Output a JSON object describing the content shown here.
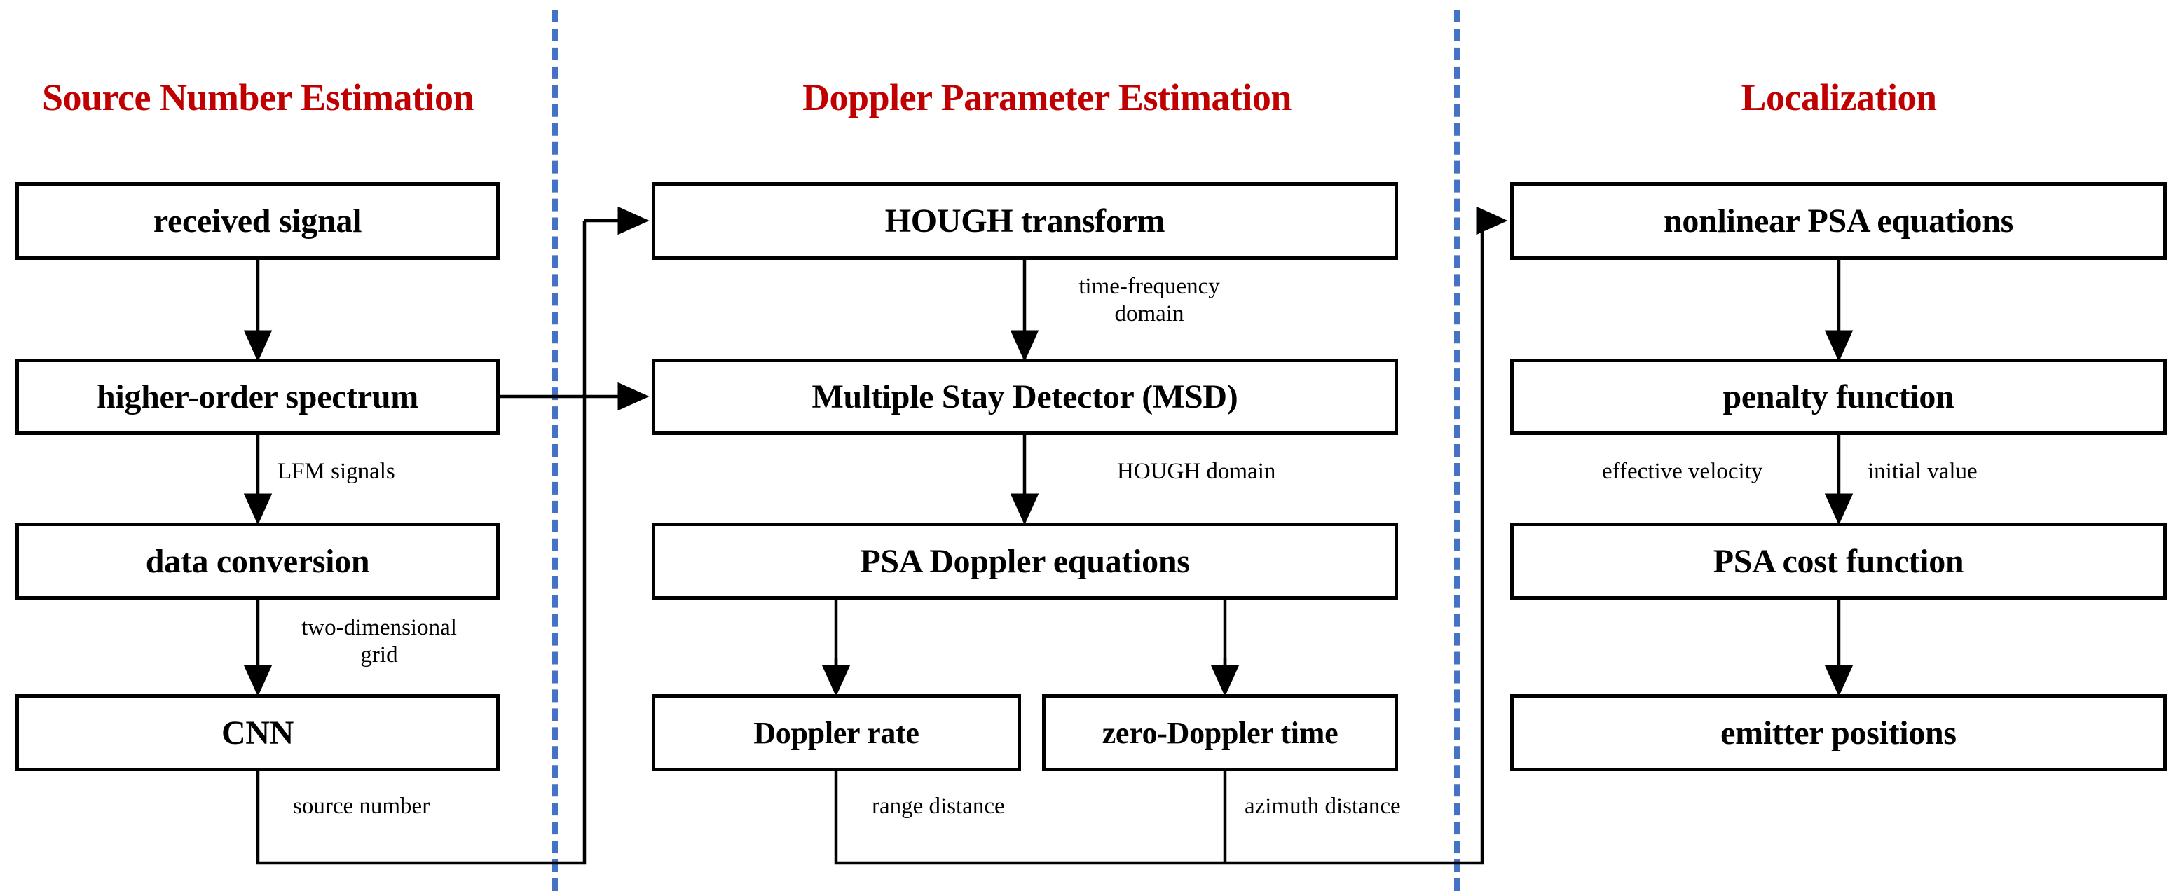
{
  "diagram": {
    "title": "Passive Synthetic Aperture (PSA) emitter localization processing chain",
    "accent_red": "#C00000",
    "divider_blue": "#4472C4",
    "box_border": "#000000",
    "background": "#FFFFFF"
  },
  "columns": [
    {
      "id": "source-number-estimation",
      "title": "Source Number Estimation"
    },
    {
      "id": "doppler-parameter-estimation",
      "title": "Doppler Parameter Estimation"
    },
    {
      "id": "localization",
      "title": "Localization"
    }
  ],
  "nodes": {
    "received_signal": "received signal",
    "higher_order_spectrum": "higher-order spectrum",
    "data_conversion": "data conversion",
    "cnn": "CNN",
    "hough_transform": "HOUGH transform",
    "msd": "Multiple Stay Detector (MSD)",
    "psa_doppler_equations": "PSA Doppler  equations",
    "doppler_rate": "Doppler  rate",
    "zero_doppler_time": "zero-Doppler time",
    "nonlinear_psa_equations": "nonlinear PSA equations",
    "penalty_function": "penalty function",
    "psa_cost_function": "PSA cost function",
    "emitter_positions": "emitter positions"
  },
  "edge_labels": {
    "lfm_signals": "LFM signals",
    "two_dimensional_grid_line1": "two-dimensional",
    "two_dimensional_grid_line2": "grid",
    "source_number": "source number",
    "time_frequency_line1": "time-frequency",
    "time_frequency_line2": "domain",
    "hough_domain": "HOUGH domain",
    "range_distance": "range distance",
    "azimuth_distance": "azimuth distance",
    "effective_velocity": "effective velocity",
    "initial_value": "initial value"
  },
  "chart_data": {
    "type": "flowchart",
    "orientation": "top-to-bottom, three swimlane columns left-to-right",
    "lanes": [
      "Source Number Estimation",
      "Doppler Parameter Estimation",
      "Localization"
    ],
    "nodes": [
      {
        "id": "received_signal",
        "label": "received signal",
        "lane": 0,
        "row": 0
      },
      {
        "id": "higher_order_spectrum",
        "label": "higher-order spectrum",
        "lane": 0,
        "row": 1
      },
      {
        "id": "data_conversion",
        "label": "data conversion",
        "lane": 0,
        "row": 2
      },
      {
        "id": "cnn",
        "label": "CNN",
        "lane": 0,
        "row": 3
      },
      {
        "id": "hough_transform",
        "label": "HOUGH transform",
        "lane": 1,
        "row": 0
      },
      {
        "id": "msd",
        "label": "Multiple Stay Detector (MSD)",
        "lane": 1,
        "row": 1
      },
      {
        "id": "psa_doppler_equations",
        "label": "PSA Doppler  equations",
        "lane": 1,
        "row": 2
      },
      {
        "id": "doppler_rate",
        "label": "Doppler  rate",
        "lane": 1,
        "row": 3
      },
      {
        "id": "zero_doppler_time",
        "label": "zero-Doppler time",
        "lane": 1,
        "row": 3
      },
      {
        "id": "nonlinear_psa_equations",
        "label": "nonlinear PSA equations",
        "lane": 2,
        "row": 0
      },
      {
        "id": "penalty_function",
        "label": "penalty function",
        "lane": 2,
        "row": 1
      },
      {
        "id": "psa_cost_function",
        "label": "PSA cost function",
        "lane": 2,
        "row": 2
      },
      {
        "id": "emitter_positions",
        "label": "emitter positions",
        "lane": 2,
        "row": 3
      }
    ],
    "edges": [
      {
        "from": "received_signal",
        "to": "higher_order_spectrum",
        "label": ""
      },
      {
        "from": "higher_order_spectrum",
        "to": "data_conversion",
        "label": "LFM signals"
      },
      {
        "from": "data_conversion",
        "to": "cnn",
        "label": "two-dimensional grid"
      },
      {
        "from": "cnn",
        "to": "hough_transform",
        "label": "source number"
      },
      {
        "from": "higher_order_spectrum",
        "to": "msd",
        "label": ""
      },
      {
        "from": "hough_transform",
        "to": "msd",
        "label": "time-frequency domain"
      },
      {
        "from": "msd",
        "to": "psa_doppler_equations",
        "label": "HOUGH domain"
      },
      {
        "from": "psa_doppler_equations",
        "to": "doppler_rate",
        "label": ""
      },
      {
        "from": "psa_doppler_equations",
        "to": "zero_doppler_time",
        "label": ""
      },
      {
        "from": "doppler_rate",
        "to": "nonlinear_psa_equations",
        "label": "range distance"
      },
      {
        "from": "zero_doppler_time",
        "to": "nonlinear_psa_equations",
        "label": "azimuth distance"
      },
      {
        "from": "nonlinear_psa_equations",
        "to": "penalty_function",
        "label": ""
      },
      {
        "from": "penalty_function",
        "to": "psa_cost_function",
        "label": "effective velocity / initial value"
      },
      {
        "from": "psa_cost_function",
        "to": "emitter_positions",
        "label": ""
      }
    ]
  }
}
